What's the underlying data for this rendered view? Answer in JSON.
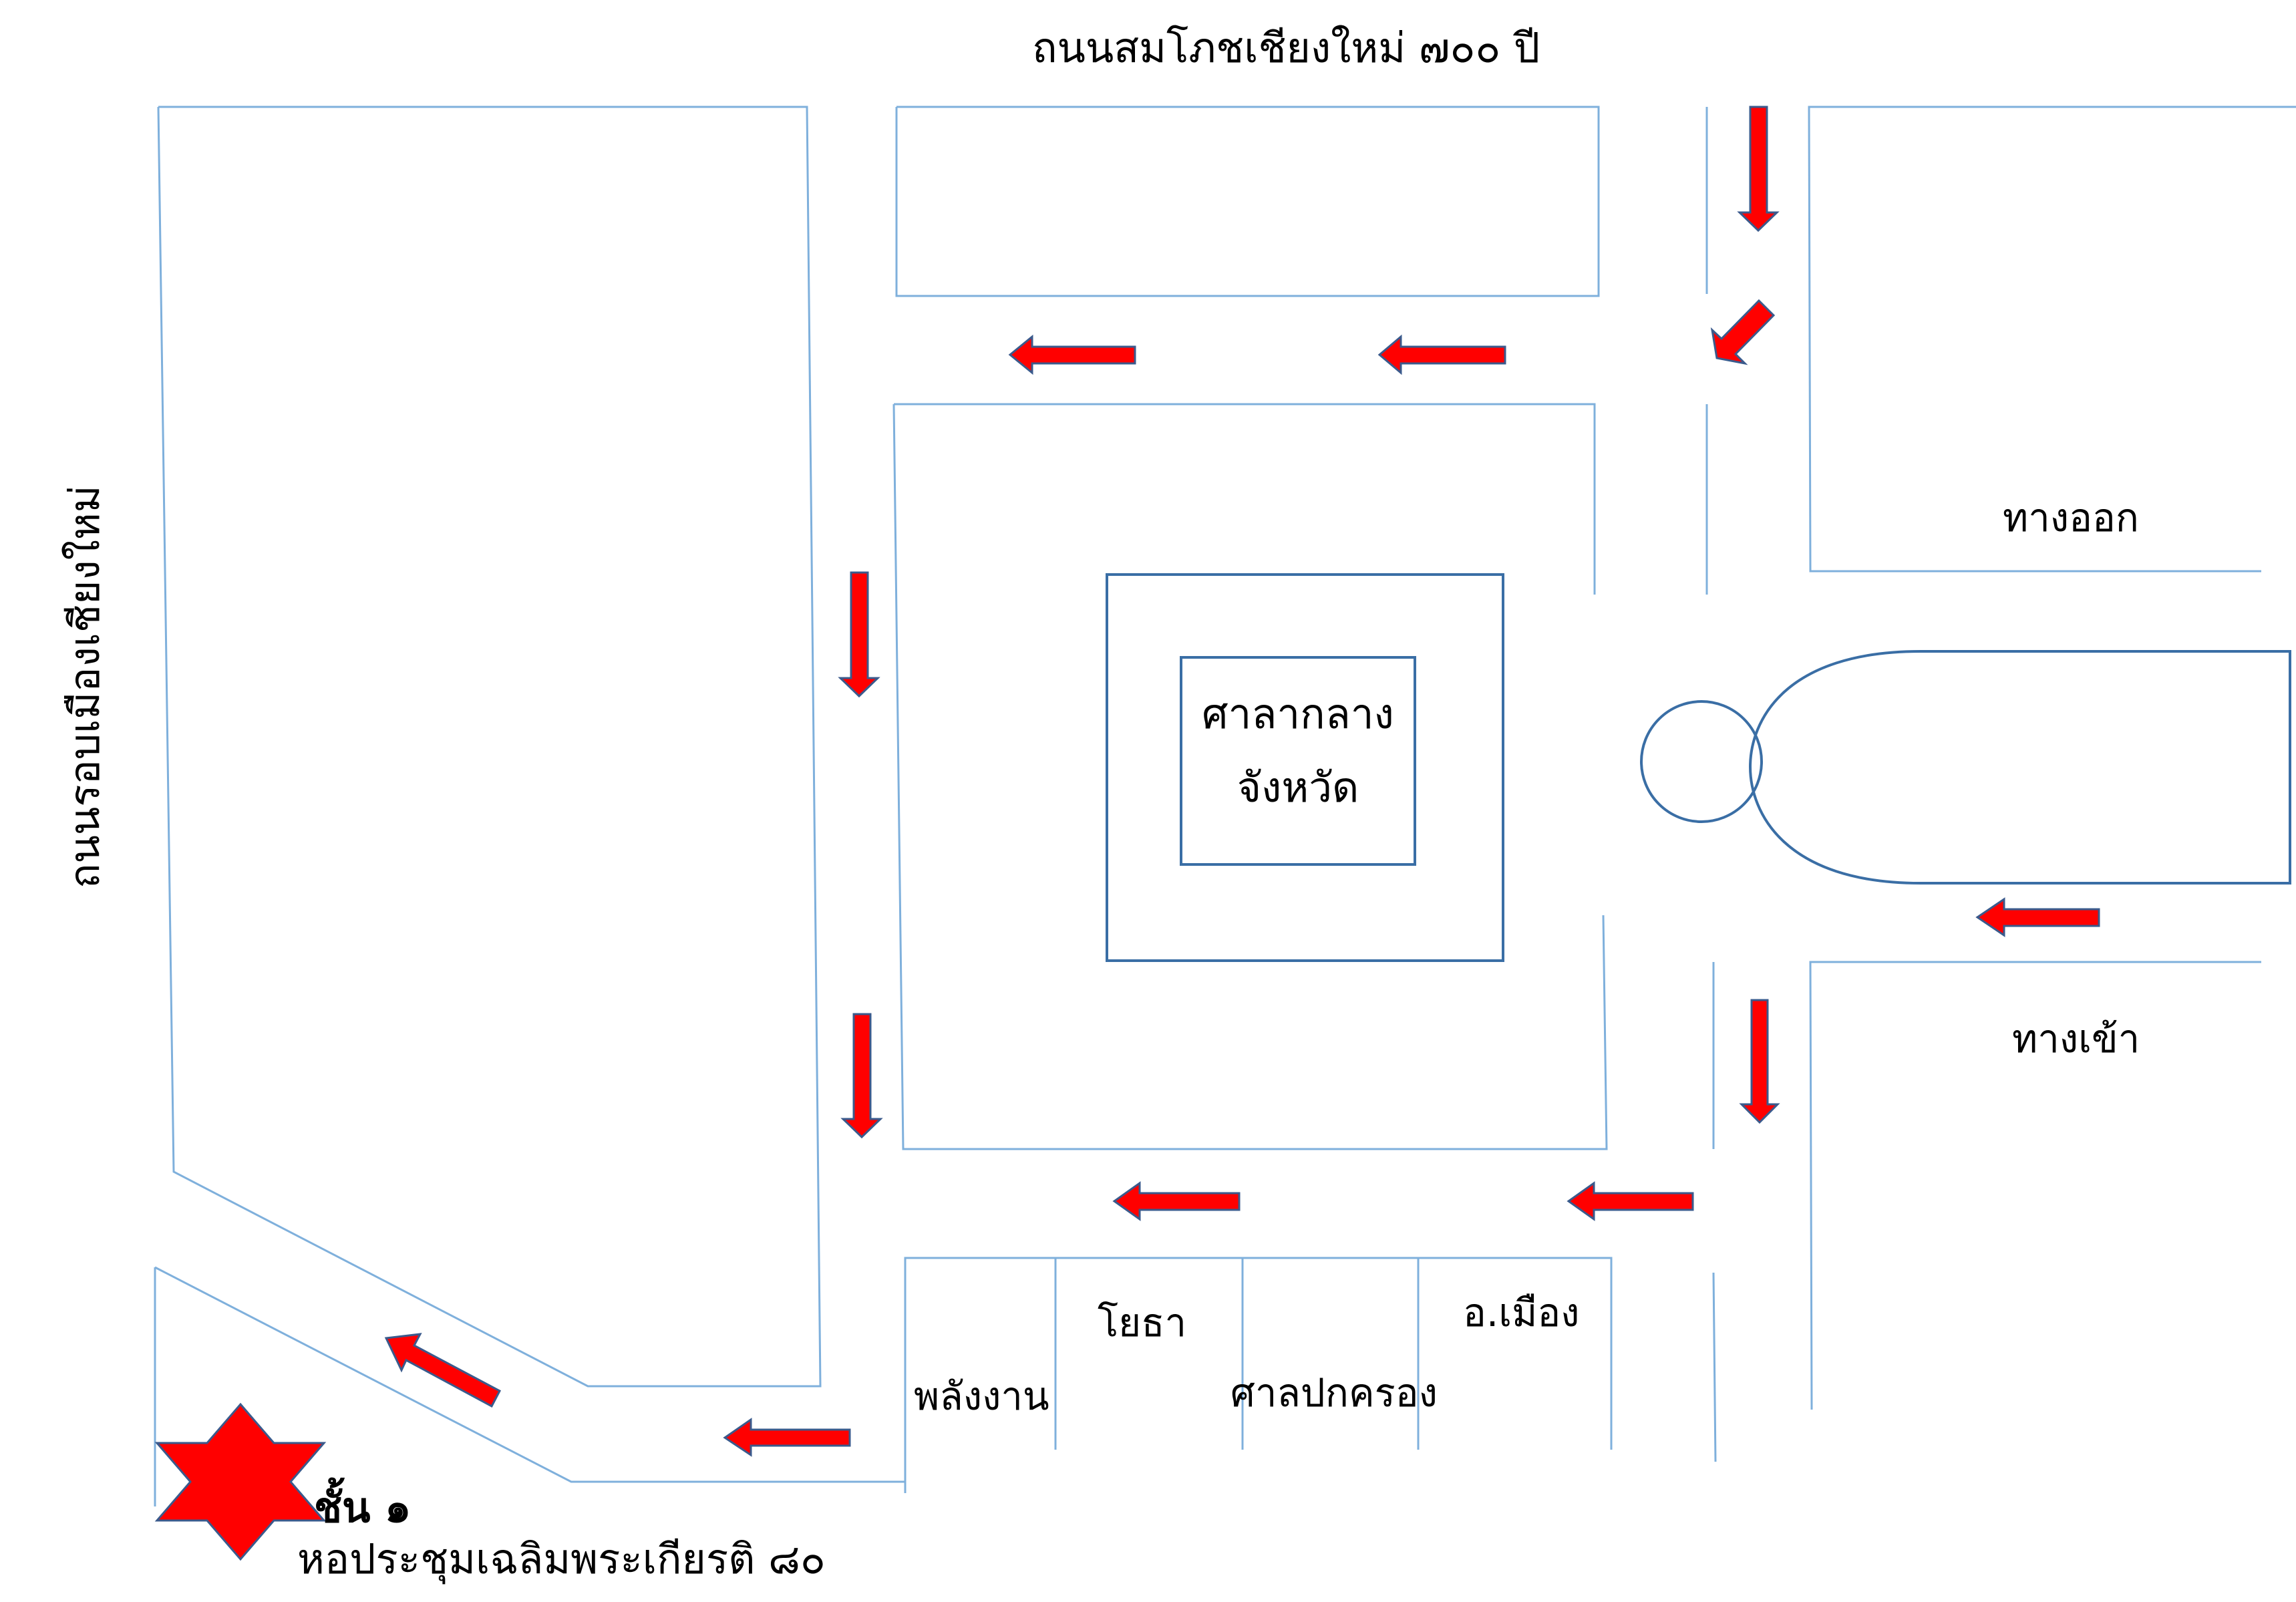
{
  "roads": {
    "north": "ถนนสมโภชเชียงใหม่ ๗๐๐ ปี",
    "west": "ถนนรอบเมืองเชียงใหม่"
  },
  "buildings": {
    "city_hall_line1": "ศาลากลาง",
    "city_hall_line2": "จังหวัด",
    "exit": "ทางออก",
    "entrance": "ทางเข้า",
    "public_works": "โยธา",
    "energy": "พลังงาน",
    "district_hall": "ศาลปกครอง",
    "district_office": "อ.เมือง"
  },
  "destination": {
    "floor": "ชั้น ๑",
    "venue": "หอประชุมเฉลิมพระเกียรติ ๘๐"
  },
  "colors": {
    "arrow": "#ff0000",
    "road_line": "#7fb0dc",
    "building_line": "#3a6ea5",
    "marker": "#ff0000"
  }
}
